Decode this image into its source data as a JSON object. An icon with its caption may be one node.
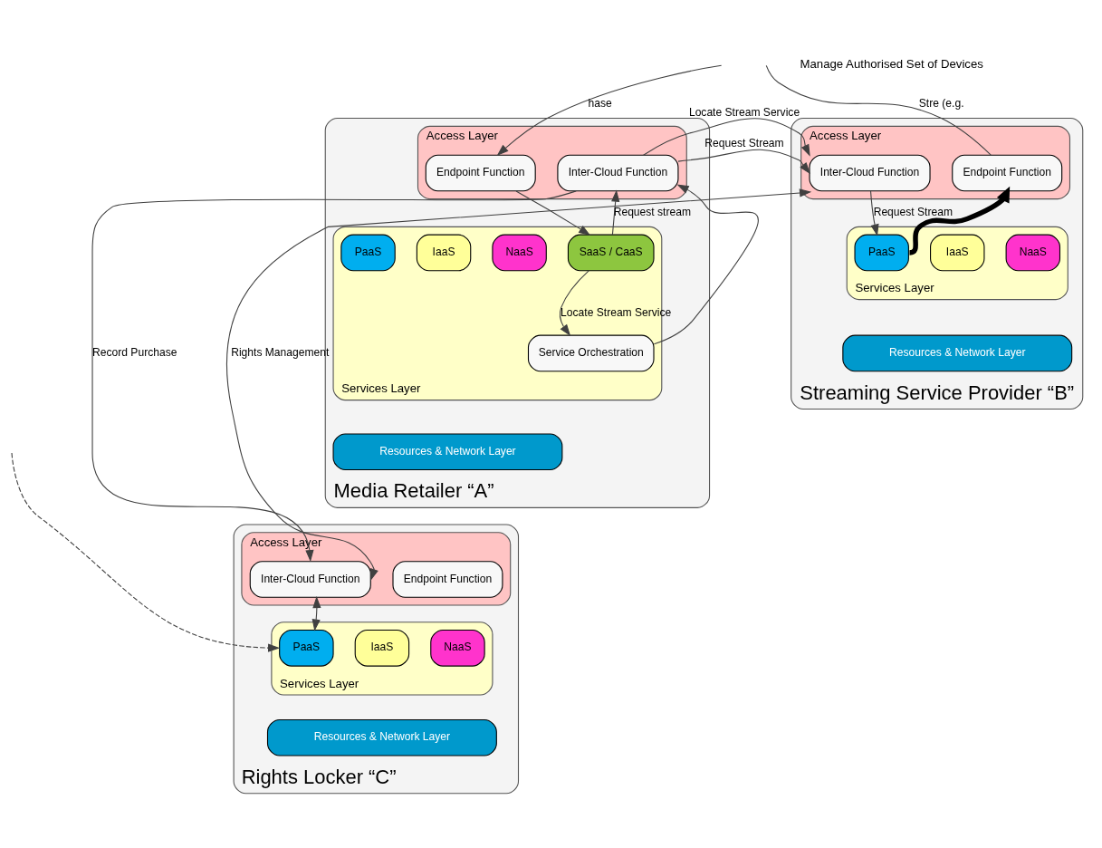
{
  "diagram": {
    "nodes": [
      {
        "text": [
          "Media Retailer “A”"
        ]
      },
      {
        "text": [
          "Access Layer"
        ],
        "in": 0
      },
      {
        "text": [
          "Endpoint Function"
        ],
        "in": 1
      },
      {
        "text": [
          "Inter-Cloud Function"
        ],
        "in": 1
      },
      {
        "text": [
          "Services Layer"
        ],
        "in": 0
      },
      {
        "text": [
          "SaaS / CaaS"
        ],
        "in": 4
      },
      {
        "text": [
          "PaaS"
        ],
        "in": 4
      },
      {
        "text": [
          "IaaS"
        ],
        "in": 4
      },
      {
        "text": [
          "NaaS"
        ],
        "in": 4
      },
      {
        "text": [
          "Service Orchestration"
        ],
        "in": 4
      },
      {
        "text": [
          "Resources & Network Layer"
        ],
        "in": 0
      },
      {
        "text": [
          "Streaming Service Provider “B”"
        ]
      },
      {
        "text": [
          "Access Layer"
        ],
        "in": 11
      },
      {
        "text": [
          "Inter-Cloud Function"
        ],
        "in": 12
      },
      {
        "text": [
          "Endpoint Function"
        ],
        "in": 12
      },
      {
        "text": [
          "Services Layer"
        ],
        "in": 11
      },
      {
        "text": [
          "PaaS"
        ],
        "in": 15
      },
      {
        "text": [
          "IaaS"
        ],
        "in": 15
      },
      {
        "text": [
          "NaaS"
        ],
        "in": 15
      },
      {
        "text": [
          "Resources & Network Layer"
        ],
        "in": 11
      },
      {
        "text": [
          "Rights Locker “C”"
        ]
      },
      {
        "text": [
          "Access Layer"
        ],
        "in": 20
      },
      {
        "text": [
          "Endpoint Function"
        ],
        "in": 21
      },
      {
        "text": [
          "Inter-Cloud Function"
        ],
        "in": 21
      },
      {
        "text": [
          "Services Layer"
        ],
        "in": 20
      },
      {
        "text": [
          "PaaS"
        ],
        "in": 24
      },
      {
        "text": [
          "IaaS"
        ],
        "in": 24
      },
      {
        "text": [
          "NaaS"
        ],
        "in": 24
      },
      {
        "text": [
          "Resources & Network Layer"
        ],
        "in": 20
      }
    ],
    "edges": [
      {
        "from": null,
        "to": 2,
        "arrow": "to",
        "label": "hase"
      },
      {
        "from": 2,
        "to": 5,
        "arrow": "to"
      },
      {
        "from": 5,
        "to": 3,
        "arrow": "to",
        "label": "Request stream"
      },
      {
        "from": 5,
        "to": 9,
        "arrow": "to",
        "label": "Locate Stream Service"
      },
      {
        "from": 9,
        "to": 3,
        "arrow": "to"
      },
      {
        "from": 3,
        "to": 13,
        "arrow": "to",
        "label": "Locate Stream Service"
      },
      {
        "from": 3,
        "to": 13,
        "arrow": "to",
        "label": "Request Stream"
      },
      {
        "from": 3,
        "to": 23,
        "arrow": "to",
        "label": "Record Purchase"
      },
      {
        "from": 23,
        "to": 13,
        "arrow": "both",
        "label": "Rights Management"
      },
      {
        "from": 13,
        "to": 16,
        "arrow": "to",
        "label": "Request Stream"
      },
      {
        "from": 16,
        "to": 14,
        "arrow": "to",
        "style": "thick"
      },
      {
        "from": 14,
        "to": null,
        "arrow": "none",
        "label": "Stre (e.g."
      },
      {
        "from": 23,
        "to": 25,
        "arrow": "both"
      },
      {
        "from": null,
        "to": 25,
        "arrow": "to",
        "style": "dashed"
      }
    ],
    "labels": [
      "Manage Authorised Set of Devices"
    ]
  }
}
